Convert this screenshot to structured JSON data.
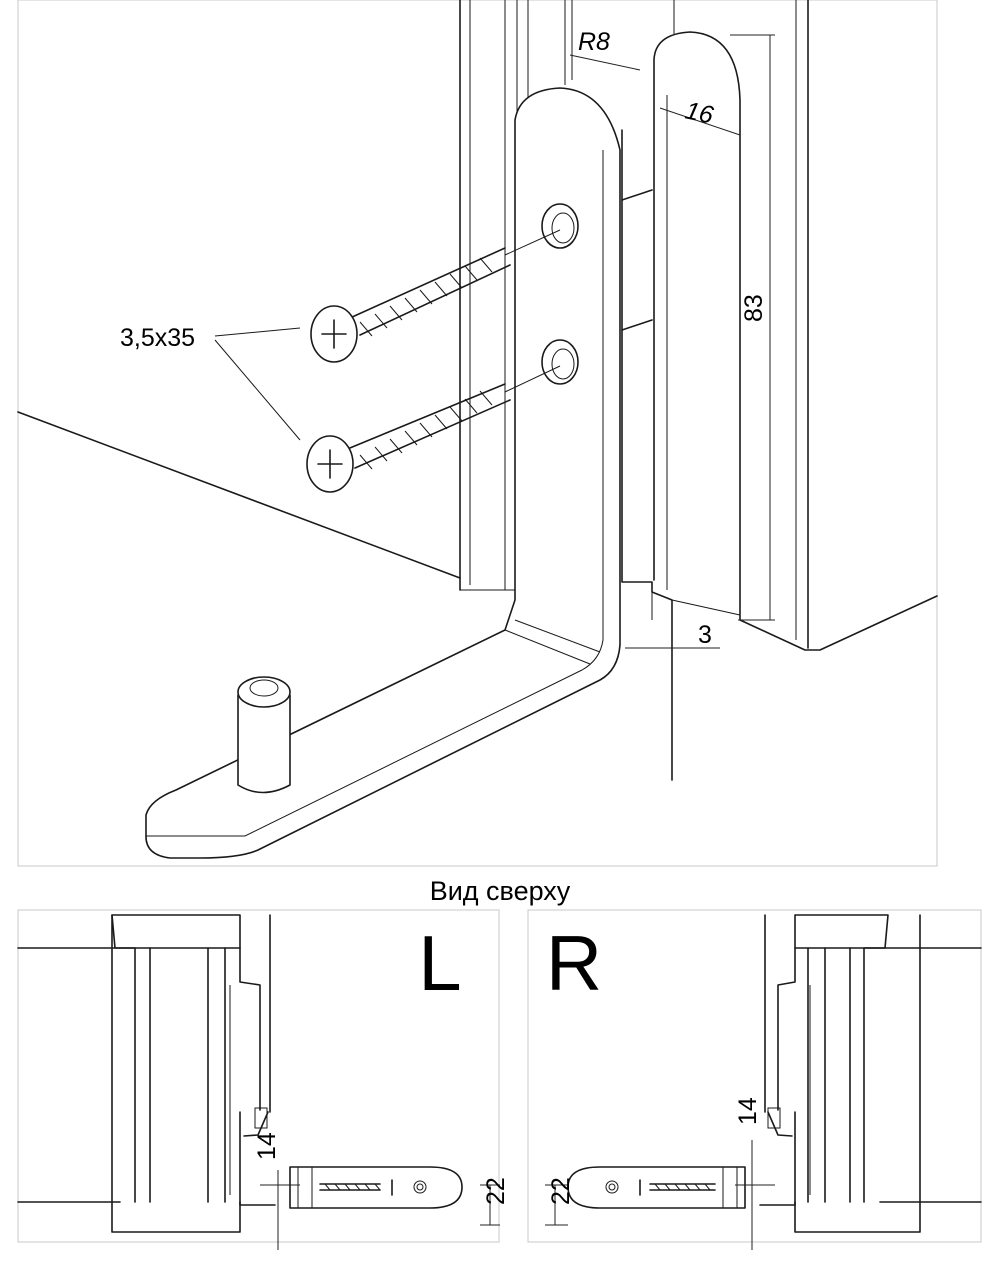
{
  "view_caption": "Вид сверху",
  "labels": {
    "screw_spec": "3,5x35",
    "radius": "R8",
    "width": "16",
    "height": "83",
    "gap": "3",
    "left_side": "L",
    "right_side": "R",
    "left_offset_14": "14",
    "left_offset_22": "22",
    "right_offset_14": "14",
    "right_offset_22": "22"
  }
}
